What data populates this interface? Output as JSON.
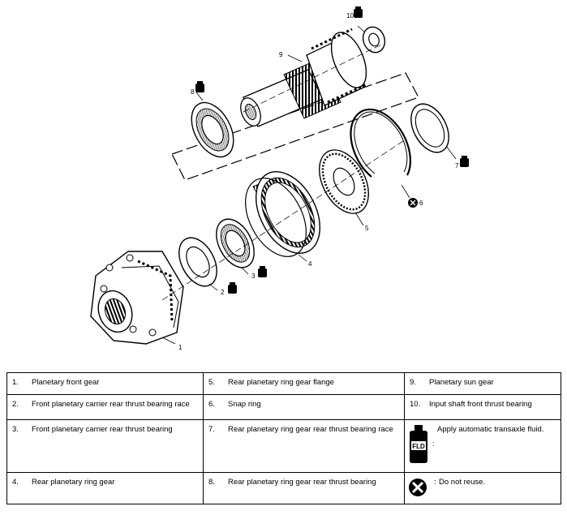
{
  "callouts": [
    "1",
    "2",
    "3",
    "4",
    "5",
    "6",
    "7",
    "8",
    "9",
    "10"
  ],
  "legend": {
    "rows": [
      [
        {
          "num": "1.",
          "text": "Planetary front gear"
        },
        {
          "num": "5.",
          "text": "Rear planetary ring gear flange"
        },
        {
          "num": "9.",
          "text": "Planetary sun gear"
        }
      ],
      [
        {
          "num": "2.",
          "text": "Front planetary carrier rear thrust bearing race"
        },
        {
          "num": "6.",
          "text": "Snap ring"
        },
        {
          "num": "10.",
          "text": "Input shaft front thrust bearing"
        }
      ],
      [
        {
          "num": "3.",
          "text": "Front planetary carrier rear thrust bearing"
        },
        {
          "num": "7.",
          "text": "Rear planetary ring gear rear thrust bearing race"
        },
        {
          "icon": "fluid-bottle-icon",
          "icon_label": "FLD",
          "text": "Apply automatic transaxle fluid."
        }
      ],
      [
        {
          "num": "4.",
          "text": "Rear planetary ring gear"
        },
        {
          "num": "8.",
          "text": "Rear planetary ring gear rear thrust bearing"
        },
        {
          "icon": "do-not-reuse-icon",
          "text": "Do not reuse."
        }
      ]
    ]
  }
}
